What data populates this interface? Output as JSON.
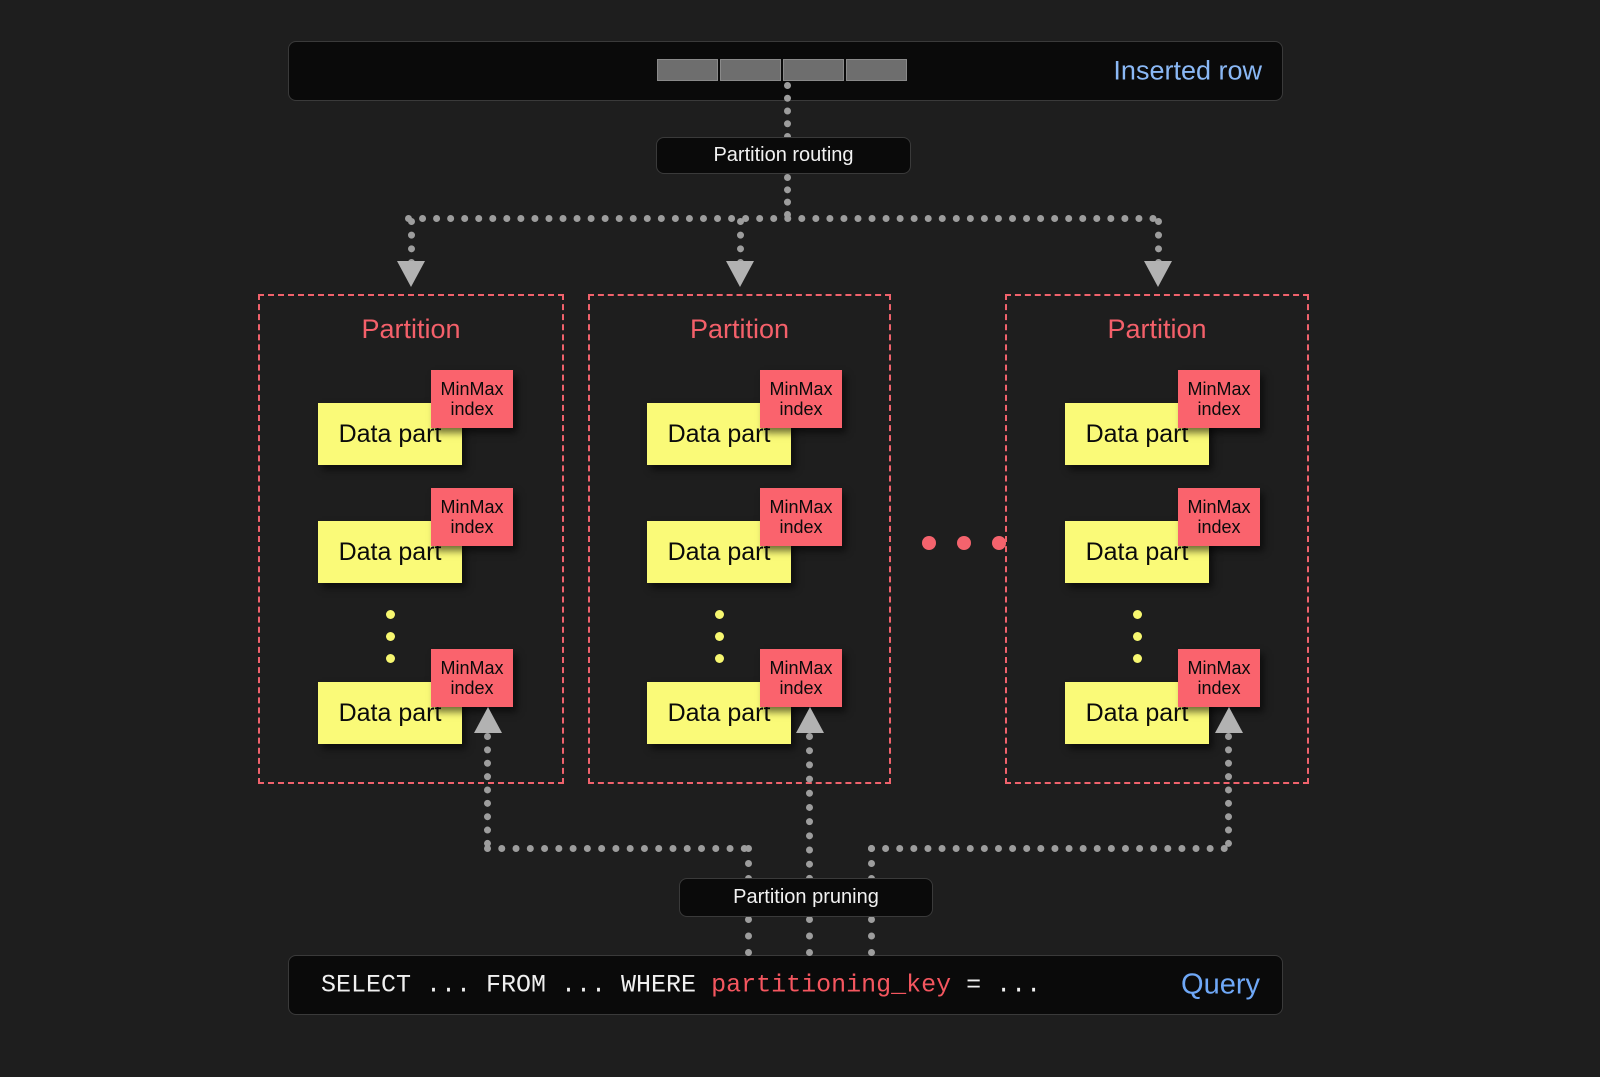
{
  "diagram": {
    "title": "ClickHouse partitioning: insert routing and partition pruning",
    "background_color": "#1e1e1e"
  },
  "colors": {
    "accent_blue": "#8ab8f5",
    "accent_red": "#f4606a",
    "data_part_yellow": "#fafa78",
    "minmax_red": "#fa636d",
    "connector_gray": "#9d9d9d",
    "panel_black": "#0a0a0a"
  },
  "top": {
    "inserted_row_label": "Inserted row",
    "row_cells": [
      "",
      "",
      "",
      ""
    ],
    "row_cell_count": 4
  },
  "routing": {
    "pill_label": "Partition routing"
  },
  "partitions": [
    {
      "title": "Partition",
      "parts": [
        {
          "data_label": "Data part",
          "index_line1": "MinMax",
          "index_line2": "index"
        },
        {
          "data_label": "Data part",
          "index_line1": "MinMax",
          "index_line2": "index"
        },
        {
          "data_label": "Data part",
          "index_line1": "MinMax",
          "index_line2": "index"
        }
      ],
      "ellipsis_dots": 3
    },
    {
      "title": "Partition",
      "parts": [
        {
          "data_label": "Data part",
          "index_line1": "MinMax",
          "index_line2": "index"
        },
        {
          "data_label": "Data part",
          "index_line1": "MinMax",
          "index_line2": "index"
        },
        {
          "data_label": "Data part",
          "index_line1": "MinMax",
          "index_line2": "index"
        }
      ],
      "ellipsis_dots": 3
    },
    {
      "title": "Partition",
      "parts": [
        {
          "data_label": "Data part",
          "index_line1": "MinMax",
          "index_line2": "index"
        },
        {
          "data_label": "Data part",
          "index_line1": "MinMax",
          "index_line2": "index"
        },
        {
          "data_label": "Data part",
          "index_line1": "MinMax",
          "index_line2": "index"
        }
      ],
      "ellipsis_dots": 3
    }
  ],
  "between_partitions_ellipsis_dots": 3,
  "pruning": {
    "pill_label": "Partition pruning"
  },
  "query": {
    "label": "Query",
    "prefix": "SELECT ... FROM ... WHERE ",
    "highlight": "partitioning_key",
    "suffix": " = ...",
    "full_text": "SELECT ... FROM ... WHERE partitioning_key = ..."
  }
}
